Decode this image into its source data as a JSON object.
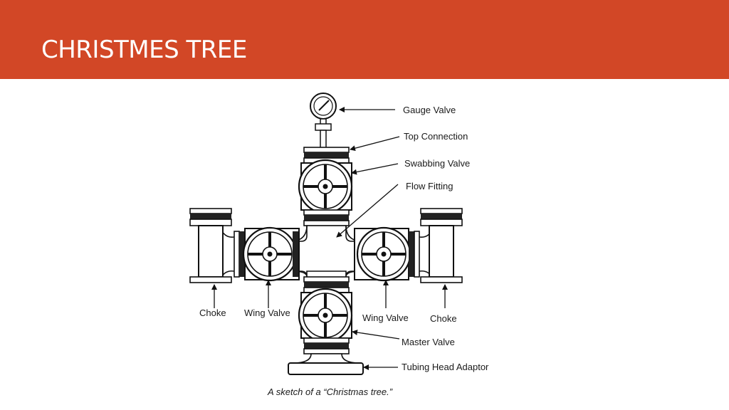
{
  "slide": {
    "title": "CHRISTMES TREE",
    "banner_color": "#d24726"
  },
  "figure": {
    "labels": {
      "gauge_valve": "Gauge Valve",
      "top_connection": "Top Connection",
      "swabbing_valve": "Swabbing Valve",
      "flow_fitting": "Flow Fitting",
      "choke_left": "Choke",
      "wing_valve_left": "Wing Valve",
      "wing_valve_right": "Wing Valve",
      "choke_right": "Choke",
      "master_valve": "Master Valve",
      "tubing_head_adaptor": "Tubing Head Adaptor"
    },
    "caption": "A sketch of a “Christmas tree.”"
  }
}
